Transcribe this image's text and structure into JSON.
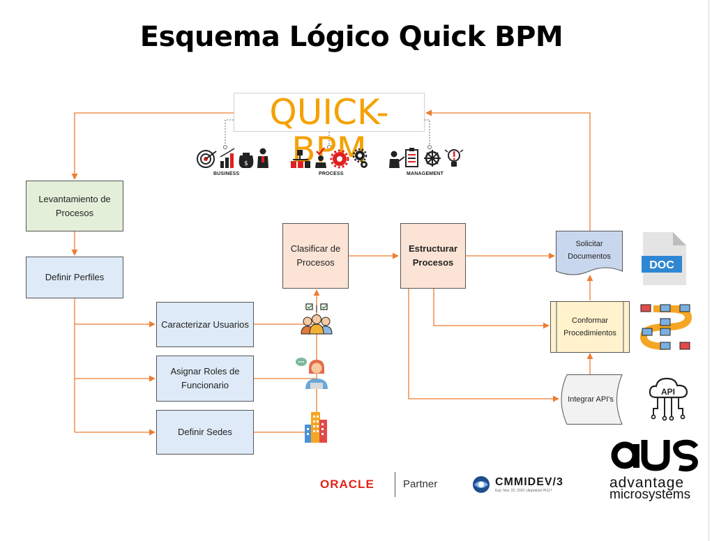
{
  "title": "Esquema Lógico Quick BPM",
  "logo": {
    "text": "QUICK-BPM"
  },
  "categories": {
    "business": "BUSINESS",
    "process": "PROCESS",
    "management": "MANAGEMENT"
  },
  "diagram": {
    "nodes": {
      "levantamiento": "Levantamiento de Procesos",
      "definir_perfiles": "Definir Perfiles",
      "caracterizar_usuarios": "Caracterizar Usuarios",
      "asignar_roles": "Asignar Roles de Funcionario",
      "definir_sedes": "Definir Sedes",
      "clasificar_procesos": "Clasificar de Procesos",
      "estructurar_procesos": "Estructurar Procesos",
      "solicitar_documentos": "Solicitar Documentos",
      "conformar_procedimientos": "Conformar Procedimientos",
      "integrar_apis": "Integrar API's"
    }
  },
  "icons": {
    "doc_label": "DOC",
    "api_label": "API"
  },
  "footer": {
    "oracle": "ORACLE",
    "partner": "Partner",
    "cmmi": "CMMIDEV/3",
    "cmmi_sub": "Exp. Nov. 22, 2022 | Appraisal #5117",
    "am_line1": "advantage",
    "am_line2": "microsystems"
  },
  "colors": {
    "connector": "#ed7d31",
    "logo": "#f5a100",
    "green_box": "#e3efd9",
    "blue_box": "#deeaf7",
    "peach_box": "#fbe4d5",
    "doc_shape": "#c9d7ee",
    "predefined": "#fff2cc",
    "oracle": "#e2231a"
  }
}
